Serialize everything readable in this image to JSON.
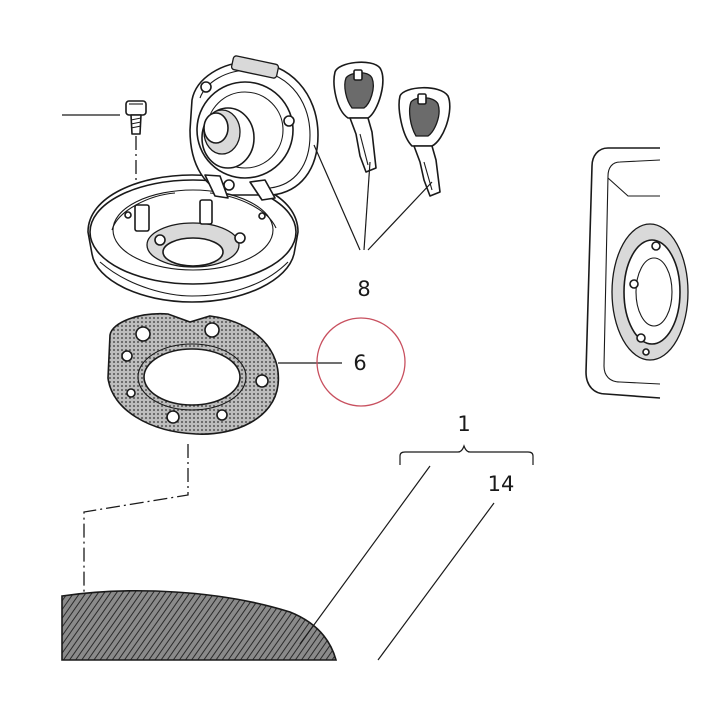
{
  "callouts": {
    "c1": "1",
    "c6": "6",
    "c8": "8",
    "c14": "14"
  },
  "colors": {
    "line": "#1a1a1a",
    "highlight": "#c8505f",
    "hatch_fill": "#555555"
  },
  "highlighted_callout": "6"
}
